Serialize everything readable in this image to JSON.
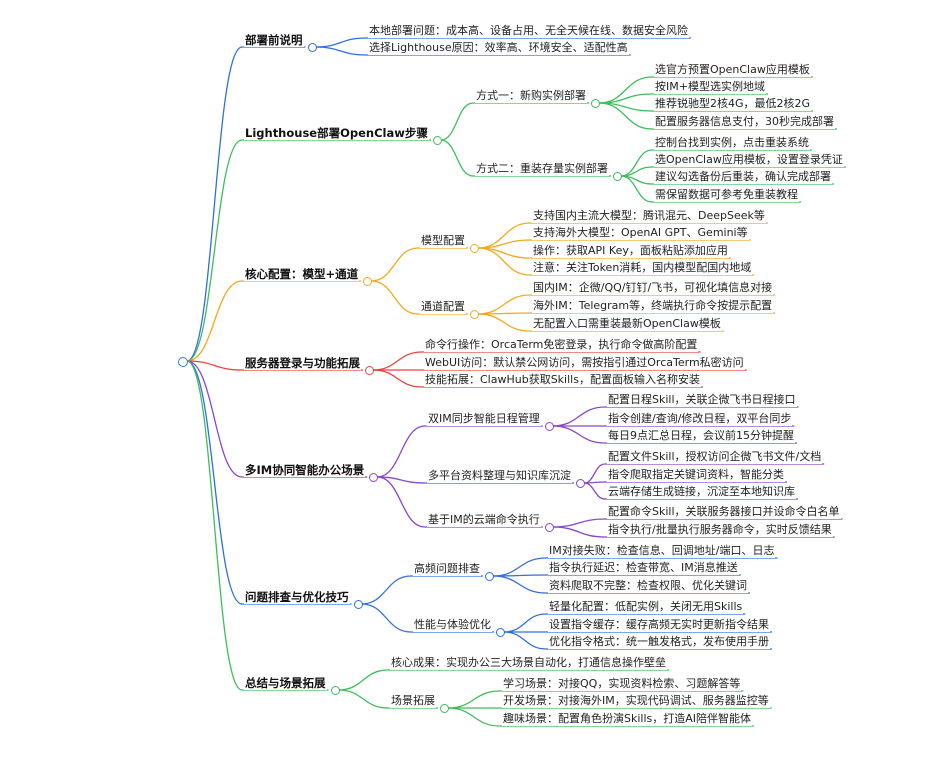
{
  "mindmap": {
    "colors": [
      "#2f6fde",
      "#3dbd5b",
      "#f2a91c",
      "#e8453c",
      "#8a46c8",
      "#2f6fde",
      "#3dbd5b"
    ],
    "branches": [
      {
        "label": "部署前说明",
        "children": [
          {
            "label": "本地部署问题：成本高、设备占用、无全天候在线、数据安全风险"
          },
          {
            "label": "选择Lighthouse原因：效率高、环境安全、适配性高"
          }
        ]
      },
      {
        "label": "Lighthouse部署OpenClaw步骤",
        "children": [
          {
            "label": "方式一：新购实例部署",
            "children": [
              {
                "label": "选官方预置OpenClaw应用模板"
              },
              {
                "label": "按IM+模型选实例地域"
              },
              {
                "label": "推荐锐驰型2核4G，最低2核2G"
              },
              {
                "label": "配置服务器信息支付，30秒完成部署"
              }
            ]
          },
          {
            "label": "方式二：重装存量实例部署",
            "children": [
              {
                "label": "控制台找到实例，点击重装系统"
              },
              {
                "label": "选OpenClaw应用模板，设置登录凭证"
              },
              {
                "label": "建议勾选备份后重装，确认完成部署"
              },
              {
                "label": "需保留数据可参考免重装教程"
              }
            ]
          }
        ]
      },
      {
        "label": "核心配置：模型+通道",
        "children": [
          {
            "label": "模型配置",
            "children": [
              {
                "label": "支持国内主流大模型：腾讯混元、DeepSeek等"
              },
              {
                "label": "支持海外大模型：OpenAI GPT、Gemini等"
              },
              {
                "label": "操作：获取API Key，面板粘贴添加应用"
              },
              {
                "label": "注意：关注Token消耗，国内模型配国内地域"
              }
            ]
          },
          {
            "label": "通道配置",
            "children": [
              {
                "label": "国内IM：企微/QQ/钉钉/飞书，可视化填信息对接"
              },
              {
                "label": "海外IM：Telegram等，终端执行命令按提示配置"
              },
              {
                "label": "无配置入口需重装最新OpenClaw模板"
              }
            ]
          }
        ]
      },
      {
        "label": "服务器登录与功能拓展",
        "children": [
          {
            "label": "命令行操作：OrcaTerm免密登录，执行命令做高阶配置"
          },
          {
            "label": "WebUI访问：默认禁公网访问，需按指引通过OrcaTerm私密访问"
          },
          {
            "label": "技能拓展：ClawHub获取Skills，配置面板输入名称安装"
          }
        ]
      },
      {
        "label": "多IM协同智能办公场景",
        "children": [
          {
            "label": "双IM同步智能日程管理",
            "children": [
              {
                "label": "配置日程Skill，关联企微飞书日程接口"
              },
              {
                "label": "指令创建/查询/修改日程，双平台同步"
              },
              {
                "label": "每日9点汇总日程，会议前15分钟提醒"
              }
            ]
          },
          {
            "label": "多平台资料整理与知识库沉淀",
            "children": [
              {
                "label": "配置文件Skill，授权访问企微飞书文件/文档"
              },
              {
                "label": "指令爬取指定关键词资料，智能分类"
              },
              {
                "label": "云端存储生成链接，沉淀至本地知识库"
              }
            ]
          },
          {
            "label": "基于IM的云端命令执行",
            "children": [
              {
                "label": "配置命令Skill，关联服务器接口并设命令白名单"
              },
              {
                "label": "指令执行/批量执行服务器命令，实时反馈结果"
              }
            ]
          }
        ]
      },
      {
        "label": "问题排查与优化技巧",
        "children": [
          {
            "label": "高频问题排查",
            "children": [
              {
                "label": "IM对接失败：检查信息、回调地址/端口、日志"
              },
              {
                "label": "指令执行延迟：检查带宽、IM消息推送"
              },
              {
                "label": "资料爬取不完整：检查权限、优化关键词"
              }
            ]
          },
          {
            "label": "性能与体验优化",
            "children": [
              {
                "label": "轻量化配置：低配实例，关闭无用Skills"
              },
              {
                "label": "设置指令缓存：缓存高频无实时更新指令结果"
              },
              {
                "label": "优化指令格式：统一触发格式，发布使用手册"
              }
            ]
          }
        ]
      },
      {
        "label": "总结与场景拓展",
        "children": [
          {
            "label": "核心成果：实现办公三大场景自动化，打通信息操作壁垒"
          },
          {
            "label": "场景拓展",
            "children": [
              {
                "label": "学习场景：对接QQ，实现资料检索、习题解答等"
              },
              {
                "label": "开发场景：对接海外IM，实现代码调试、服务器监控等"
              },
              {
                "label": "趣味场景：配置角色扮演Skills，打造AI陪伴智能体"
              }
            ]
          }
        ]
      }
    ]
  }
}
